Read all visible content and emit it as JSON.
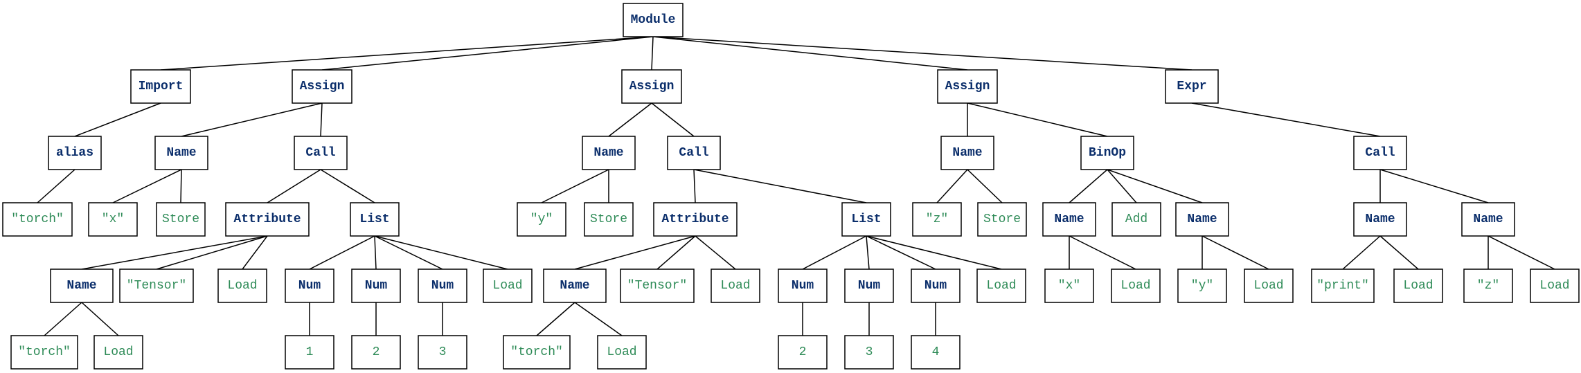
{
  "colors": {
    "node_text": "#0b2e6b",
    "leaf_text": "#2e8b57",
    "line": "#000000"
  },
  "tree": {
    "label": "Module",
    "kind": "node",
    "children": [
      {
        "label": "Import",
        "kind": "node",
        "children": [
          {
            "label": "alias",
            "kind": "node",
            "children": [
              {
                "label": "\"torch\"",
                "kind": "leaf"
              }
            ]
          }
        ]
      },
      {
        "label": "Assign",
        "kind": "node",
        "children": [
          {
            "label": "Name",
            "kind": "node",
            "children": [
              {
                "label": "\"x\"",
                "kind": "leaf"
              },
              {
                "label": "Store",
                "kind": "leaf"
              }
            ]
          },
          {
            "label": "Call",
            "kind": "node",
            "children": [
              {
                "label": "Attribute",
                "kind": "node",
                "children": [
                  {
                    "label": "Name",
                    "kind": "node",
                    "children": [
                      {
                        "label": "\"torch\"",
                        "kind": "leaf"
                      },
                      {
                        "label": "Load",
                        "kind": "leaf"
                      }
                    ]
                  },
                  {
                    "label": "\"Tensor\"",
                    "kind": "leaf"
                  },
                  {
                    "label": "Load",
                    "kind": "leaf"
                  }
                ]
              },
              {
                "label": "List",
                "kind": "node",
                "children": [
                  {
                    "label": "Num",
                    "kind": "node",
                    "children": [
                      {
                        "label": "1",
                        "kind": "leaf"
                      }
                    ]
                  },
                  {
                    "label": "Num",
                    "kind": "node",
                    "children": [
                      {
                        "label": "2",
                        "kind": "leaf"
                      }
                    ]
                  },
                  {
                    "label": "Num",
                    "kind": "node",
                    "children": [
                      {
                        "label": "3",
                        "kind": "leaf"
                      }
                    ]
                  },
                  {
                    "label": "Load",
                    "kind": "leaf"
                  }
                ]
              }
            ]
          }
        ]
      },
      {
        "label": "Assign",
        "kind": "node",
        "children": [
          {
            "label": "Name",
            "kind": "node",
            "children": [
              {
                "label": "\"y\"",
                "kind": "leaf"
              },
              {
                "label": "Store",
                "kind": "leaf"
              }
            ]
          },
          {
            "label": "Call",
            "kind": "node",
            "children": [
              {
                "label": "Attribute",
                "kind": "node",
                "children": [
                  {
                    "label": "Name",
                    "kind": "node",
                    "children": [
                      {
                        "label": "\"torch\"",
                        "kind": "leaf"
                      },
                      {
                        "label": "Load",
                        "kind": "leaf"
                      }
                    ]
                  },
                  {
                    "label": "\"Tensor\"",
                    "kind": "leaf"
                  },
                  {
                    "label": "Load",
                    "kind": "leaf"
                  }
                ]
              },
              {
                "label": "List",
                "kind": "node",
                "children": [
                  {
                    "label": "Num",
                    "kind": "node",
                    "children": [
                      {
                        "label": "2",
                        "kind": "leaf"
                      }
                    ]
                  },
                  {
                    "label": "Num",
                    "kind": "node",
                    "children": [
                      {
                        "label": "3",
                        "kind": "leaf"
                      }
                    ]
                  },
                  {
                    "label": "Num",
                    "kind": "node",
                    "children": [
                      {
                        "label": "4",
                        "kind": "leaf"
                      }
                    ]
                  },
                  {
                    "label": "Load",
                    "kind": "leaf"
                  }
                ]
              }
            ]
          }
        ]
      },
      {
        "label": "Assign",
        "kind": "node",
        "children": [
          {
            "label": "Name",
            "kind": "node",
            "children": [
              {
                "label": "\"z\"",
                "kind": "leaf"
              },
              {
                "label": "Store",
                "kind": "leaf"
              }
            ]
          },
          {
            "label": "BinOp",
            "kind": "node",
            "children": [
              {
                "label": "Name",
                "kind": "node",
                "children": [
                  {
                    "label": "\"x\"",
                    "kind": "leaf"
                  },
                  {
                    "label": "Load",
                    "kind": "leaf"
                  }
                ]
              },
              {
                "label": "Add",
                "kind": "leaf"
              },
              {
                "label": "Name",
                "kind": "node",
                "children": [
                  {
                    "label": "\"y\"",
                    "kind": "leaf"
                  },
                  {
                    "label": "Load",
                    "kind": "leaf"
                  }
                ]
              }
            ]
          }
        ]
      },
      {
        "label": "Expr",
        "kind": "node",
        "children": [
          {
            "label": "Call",
            "kind": "node",
            "children": [
              {
                "label": "Name",
                "kind": "node",
                "children": [
                  {
                    "label": "\"print\"",
                    "kind": "leaf"
                  },
                  {
                    "label": "Load",
                    "kind": "leaf"
                  }
                ]
              },
              {
                "label": "Name",
                "kind": "node",
                "children": [
                  {
                    "label": "\"z\"",
                    "kind": "leaf"
                  },
                  {
                    "label": "Load",
                    "kind": "leaf"
                  }
                ]
              }
            ]
          }
        ]
      }
    ]
  }
}
